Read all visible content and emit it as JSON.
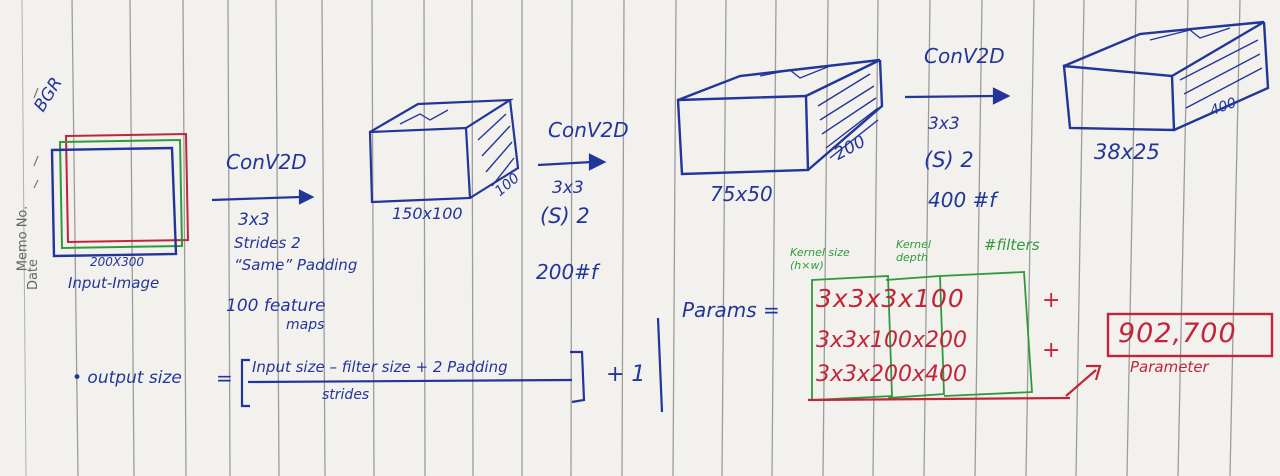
{
  "margin": {
    "memo_no": "Memo No.",
    "date": "Date"
  },
  "input": {
    "channels": "BGR",
    "size": "200X300",
    "label": "Input-Image"
  },
  "layer1": {
    "op": "ConV2D",
    "kernel": "3x3",
    "strides": "Strides 2",
    "padding": "“Same” Padding",
    "maps_line1": "100 feature",
    "maps_line2": "maps"
  },
  "cube1": {
    "size": "150x100",
    "depth": "100"
  },
  "layer2": {
    "op": "ConV2D",
    "kernel": "3x3",
    "strides": "(S) 2",
    "filters": "200#f"
  },
  "cube2": {
    "size": "75x50",
    "depth": "200"
  },
  "layer3": {
    "op": "ConV2D",
    "kernel": "3x3",
    "strides": "(S) 2",
    "filters": "400 #f"
  },
  "cube3": {
    "size": "38x25",
    "depth": "400"
  },
  "formula": {
    "label": "• output size",
    "equals": "=",
    "numerator": "Input size – filter size + 2 Padding",
    "denominator": "strides",
    "plus_one": "+ 1"
  },
  "params": {
    "label": "Params =",
    "hdr_kernel_size": "Kernel size (h×w)",
    "hdr_kernel_depth": "Kernel depth",
    "hdr_filters": "#filters",
    "row1": "3x3x3x100",
    "row2": "3x3x100x200",
    "row3": "3x3x200x400",
    "plus1": "+",
    "plus2": "+",
    "total": "902,700",
    "total_label": "Parameter"
  },
  "colors": {
    "blue_ink": "#22369a",
    "red_ink": "#c1253a",
    "green_ink": "#2f9a3c",
    "paper": "#f3f1ed",
    "rule": "#9a9a9a"
  }
}
